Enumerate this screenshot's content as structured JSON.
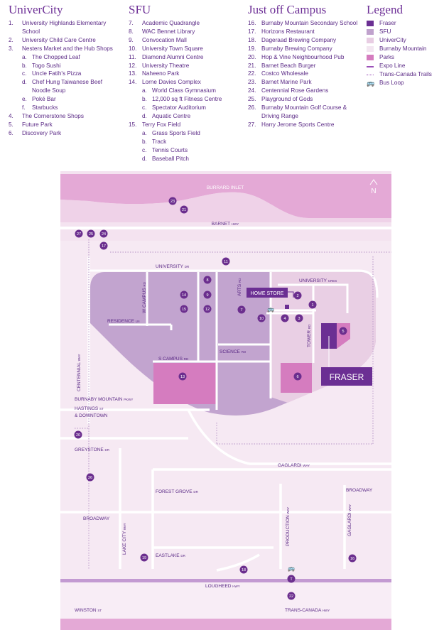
{
  "colors": {
    "fraser": "#6b2f93",
    "sfu": "#c0a2cd",
    "univercity": "#e8cde3",
    "burnaby_mountain": "#f3e6f1",
    "parks": "#d57cbf",
    "expo_line": "#9a4fb8",
    "text": "#5b2a86",
    "marker": "#6b2e8e",
    "water": "#e4a9d6"
  },
  "columns": [
    {
      "title": "UniverCity",
      "items": [
        {
          "num": "1.",
          "label": "University Highlands Elementary School"
        },
        {
          "num": "2.",
          "label": "University Child Care Centre"
        },
        {
          "num": "3.",
          "label": "Nesters Market and the Hub Shops",
          "subs": [
            {
              "num": "a.",
              "label": "The Chopped Leaf"
            },
            {
              "num": "b.",
              "label": "Togo Sushi"
            },
            {
              "num": "c.",
              "label": "Uncle Fatih's Pizza"
            },
            {
              "num": "d.",
              "label": "Chef Hung Taiwanese Beef Noodle Soup"
            },
            {
              "num": "e.",
              "label": "Poké Bar"
            },
            {
              "num": "f.",
              "label": "Starbucks"
            }
          ]
        },
        {
          "num": "4.",
          "label": "The Cornerstone Shops"
        },
        {
          "num": "5.",
          "label": "Future Park"
        },
        {
          "num": "6.",
          "label": "Discovery Park"
        }
      ]
    },
    {
      "title": "SFU",
      "items": [
        {
          "num": "7.",
          "label": "Academic Quadrangle"
        },
        {
          "num": "8.",
          "label": "WAC Bennet Library"
        },
        {
          "num": "9.",
          "label": "Convocation Mall"
        },
        {
          "num": "10.",
          "label": "University Town Square"
        },
        {
          "num": "11.",
          "label": "Diamond Alumni Centre"
        },
        {
          "num": "12.",
          "label": "University Theatre"
        },
        {
          "num": "13.",
          "label": "Naheeno Park"
        },
        {
          "num": "14.",
          "label": "Lorne Davies Complex",
          "subs": [
            {
              "num": "a.",
              "label": "World Class Gymnasium"
            },
            {
              "num": "b.",
              "label": "12,000 sq ft Fitness Centre"
            },
            {
              "num": "c.",
              "label": "Spectator Auditorium"
            },
            {
              "num": "d.",
              "label": "Aquatic Centre"
            }
          ]
        },
        {
          "num": "15.",
          "label": "Terry Fox Field",
          "subs": [
            {
              "num": "a.",
              "label": "Grass Sports Field"
            },
            {
              "num": "b.",
              "label": "Track"
            },
            {
              "num": "c.",
              "label": "Tennis Courts"
            },
            {
              "num": "d.",
              "label": "Baseball Pitch"
            }
          ]
        }
      ]
    },
    {
      "title": "Just off Campus",
      "items": [
        {
          "num": "16.",
          "label": "Burnaby Mountain Secondary School"
        },
        {
          "num": "17.",
          "label": "Horizons Restaurant"
        },
        {
          "num": "18.",
          "label": "Dageraad Brewing Company"
        },
        {
          "num": "19.",
          "label": "Burnaby Brewing Company"
        },
        {
          "num": "20.",
          "label": "Hop & Vine Neighbourhood Pub"
        },
        {
          "num": "21.",
          "label": "Barnet Beach Burger"
        },
        {
          "num": "22.",
          "label": "Costco Wholesale"
        },
        {
          "num": "23.",
          "label": "Barnet Marine Park"
        },
        {
          "num": "24.",
          "label": "Centennial Rose Gardens"
        },
        {
          "num": "25.",
          "label": "Playground of Gods"
        },
        {
          "num": "26.",
          "label": "Burnaby Mountain Golf Course & Driving Range"
        },
        {
          "num": "27.",
          "label": "Harry Jerome Sports Centre"
        }
      ]
    }
  ],
  "legend": {
    "title": "Legend",
    "items": [
      {
        "label": "Fraser",
        "symbol": "fraser-swatch"
      },
      {
        "label": "SFU",
        "symbol": "sfu-swatch"
      },
      {
        "label": "UniverCity",
        "symbol": "univercity-swatch"
      },
      {
        "label": "Burnaby Mountain",
        "symbol": "burnaby-mountain-swatch"
      },
      {
        "label": "Parks",
        "symbol": "parks-swatch"
      },
      {
        "label": "Expo Line",
        "symbol": "solid-line"
      },
      {
        "label": "Trans-Canada Trails",
        "symbol": "dotted-line"
      },
      {
        "label": "Bus Loop",
        "symbol": "bus-icon"
      }
    ]
  },
  "map": {
    "north": "N",
    "roads": {
      "burrard": "BURRARD INLET",
      "barnet": "BARNET",
      "barnet_suffix": "HWY",
      "university": "UNIVERSITY",
      "university_suffix": "DR",
      "university_cres": "UNIVERSITY",
      "university_cres_suffix": "CRES",
      "w_campus": "W CAMPUS",
      "w_campus_suffix": "RD",
      "arts": "ARTS",
      "arts_suffix": "RD",
      "residence": "RESIDENCE",
      "residence_suffix": "LN",
      "tower": "TOWER",
      "tower_suffix": "RD",
      "science": "SCIENCE",
      "science_suffix": "RD",
      "s_campus": "S CAMPUS",
      "s_campus_suffix": "RD",
      "centennial": "CENTENNIAL",
      "centennial_suffix": "WAY",
      "burnaby_mountain": "BURNABY MOUNTAIN",
      "burnaby_mountain_suffix": "PKWY",
      "hastings": "HASTINGS",
      "hastings_suffix": "ST",
      "downtown": "& DOWNTOWN",
      "greystone": "GREYSTONE",
      "greystone_suffix": "DR",
      "gaglardi": "GAGLARDI",
      "gaglardi_suffix": "WAY",
      "forest_grove": "FOREST GROVE",
      "forest_grove_suffix": "DR",
      "broadway_right": "BROADWAY",
      "broadway_left": "BROADWAY",
      "lake_city": "LAKE CITY",
      "lake_city_suffix": "WAY",
      "production": "PRODUCTION",
      "production_suffix": "WAY",
      "gaglardi_v": "GAGLARDI",
      "gaglardi_v_suffix": "WAY",
      "eastlake": "EASTLAKE",
      "eastlake_suffix": "DR",
      "lougheed": "LOUGHEED",
      "lougheed_suffix": "HWY",
      "winston": "WINSTON",
      "winston_suffix": "ST",
      "trans_canada": "TRANS-CANADA",
      "trans_canada_suffix": "HWY"
    },
    "home_store": "HOME STORE",
    "fraser": "FRASER",
    "markers": [
      "23",
      "21",
      "27",
      "25",
      "24",
      "17",
      "11",
      "8",
      "14",
      "9",
      "15",
      "12",
      "7",
      "2",
      "10",
      "4",
      "3",
      "1",
      "5",
      "13",
      "6",
      "20",
      "26",
      "19",
      "18",
      "T",
      "16",
      "22"
    ]
  }
}
